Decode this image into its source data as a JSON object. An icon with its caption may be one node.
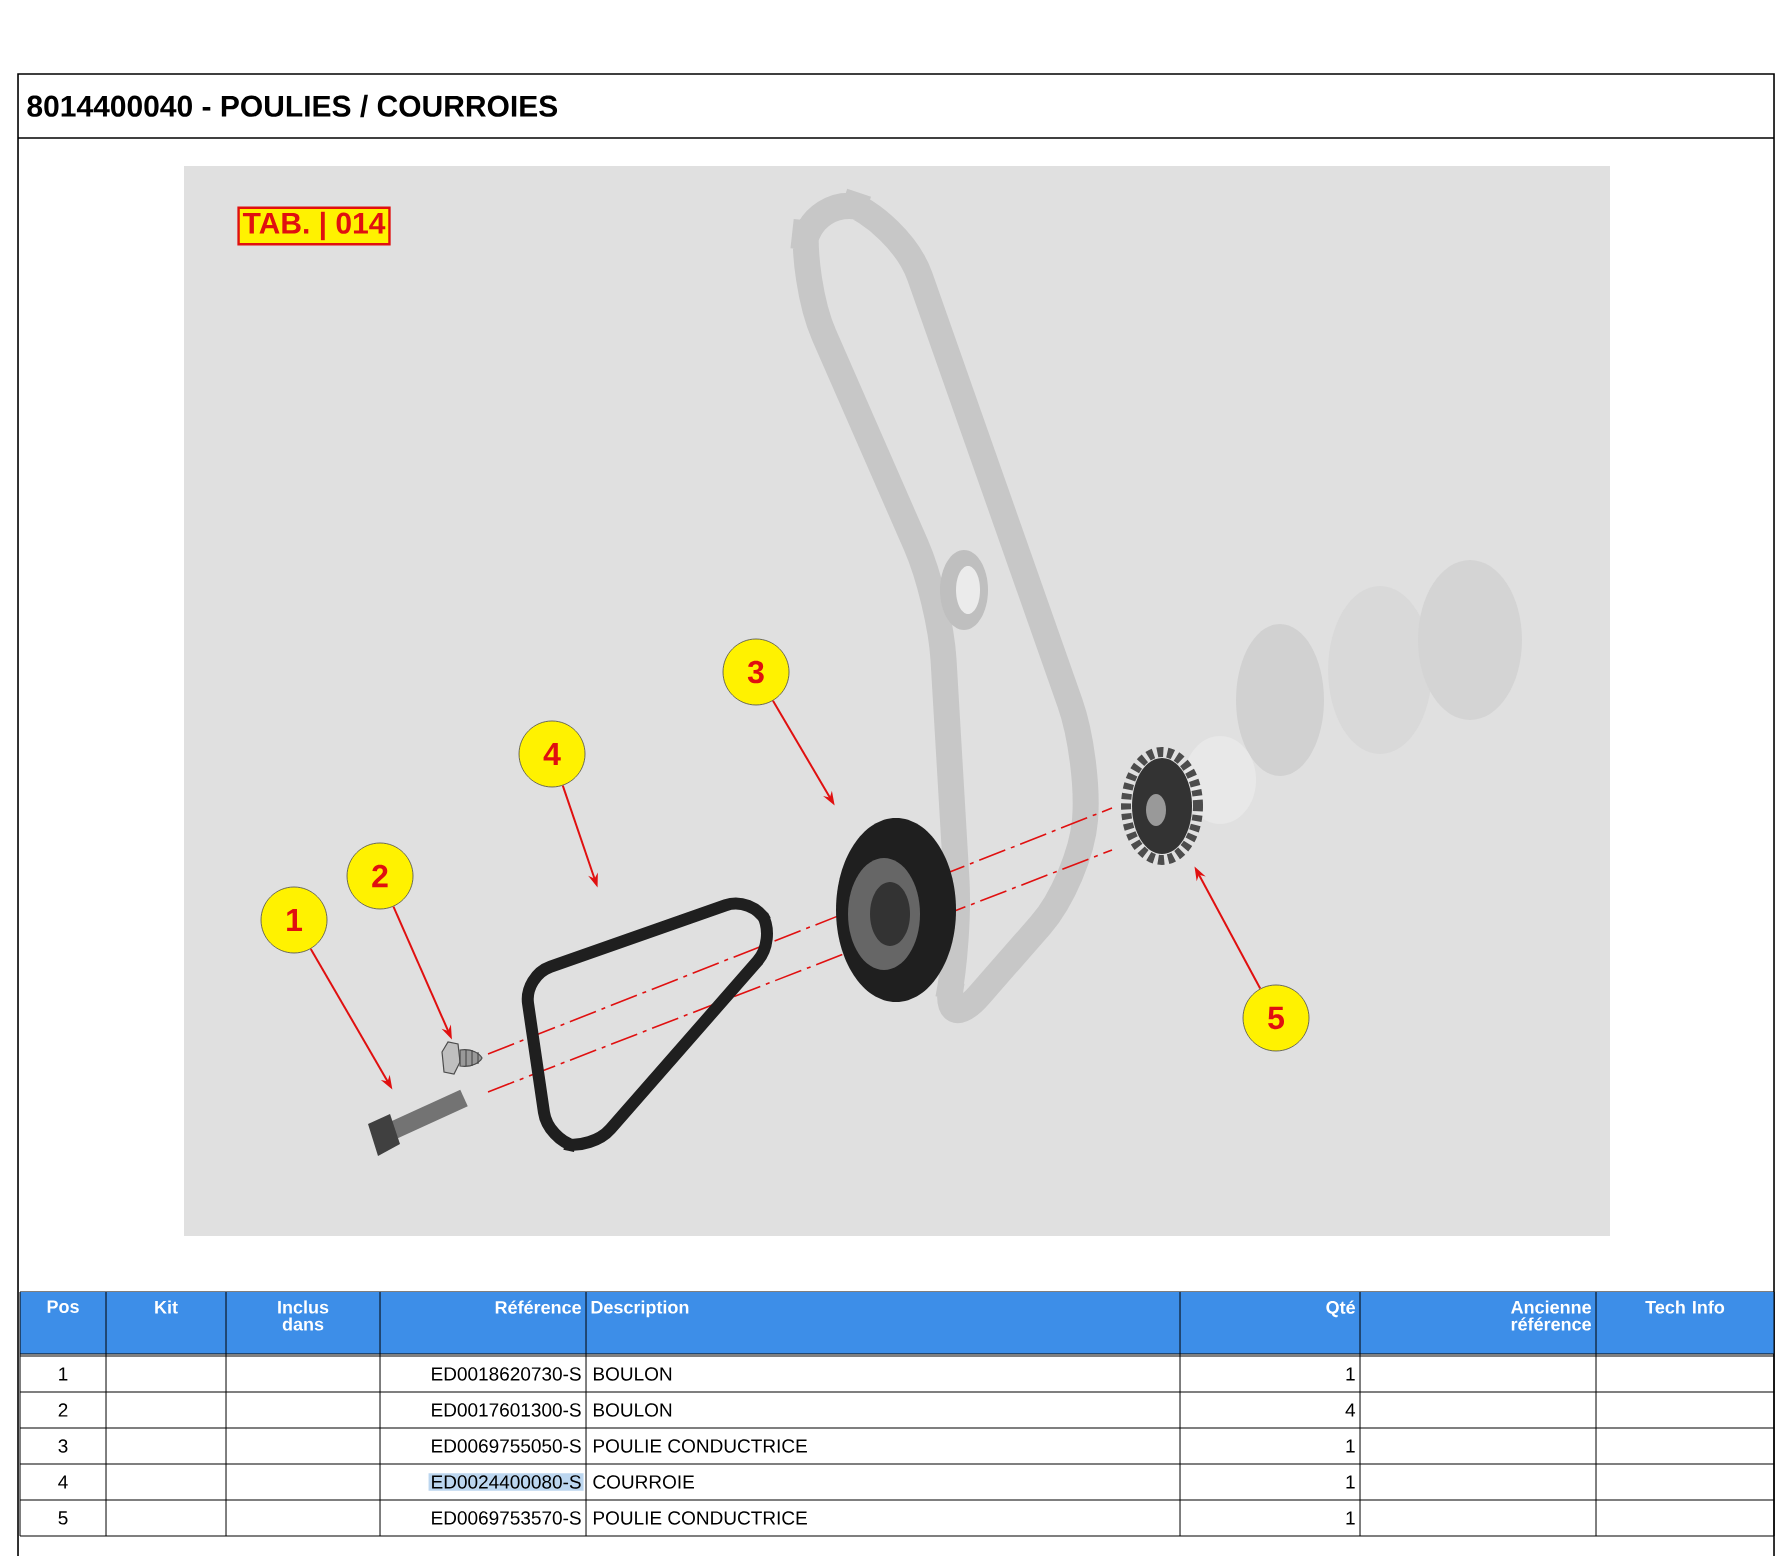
{
  "diagram": {
    "title": "8014400040 - POULIES / COURROIES",
    "nodes": [
      {
        "text": [
          "TAB. | 014"
        ]
      },
      {
        "text": [
          "1"
        ]
      },
      {
        "text": [
          "2"
        ]
      },
      {
        "text": [
          "3"
        ]
      },
      {
        "text": [
          "4"
        ]
      },
      {
        "text": [
          "5"
        ]
      },
      {
        "text": [],
        "shape": "picture"
      },
      {
        "text": [],
        "shape": "picture"
      },
      {
        "text": [],
        "shape": "picture"
      },
      {
        "text": [],
        "shape": "picture"
      },
      {
        "text": [],
        "shape": "picture"
      }
    ],
    "edges": [
      {
        "from": 1,
        "to": 6,
        "arrow": "to"
      },
      {
        "from": 2,
        "to": 7,
        "arrow": "to"
      },
      {
        "from": 3,
        "to": 8,
        "arrow": "to"
      },
      {
        "from": 4,
        "to": 9,
        "arrow": "to"
      },
      {
        "from": 5,
        "to": 10,
        "arrow": "to"
      }
    ],
    "labels": [
      "Pos",
      "Kit",
      "Inclus dans",
      "Référence",
      "Description",
      "Qté",
      "Ancienne référence",
      "Tech Info",
      "1",
      "ED0018620730-S",
      "BOULON",
      "1",
      "2",
      "ED0017601300-S",
      "BOULON",
      "4",
      "3",
      "ED0069755050-S",
      "POULIE CONDUCTRICE",
      "1",
      "4",
      "ED0024400080-S",
      "COURROIE",
      "1",
      "5",
      "ED0069753570-S",
      "POULIE CONDUCTRICE",
      "1"
    ]
  }
}
